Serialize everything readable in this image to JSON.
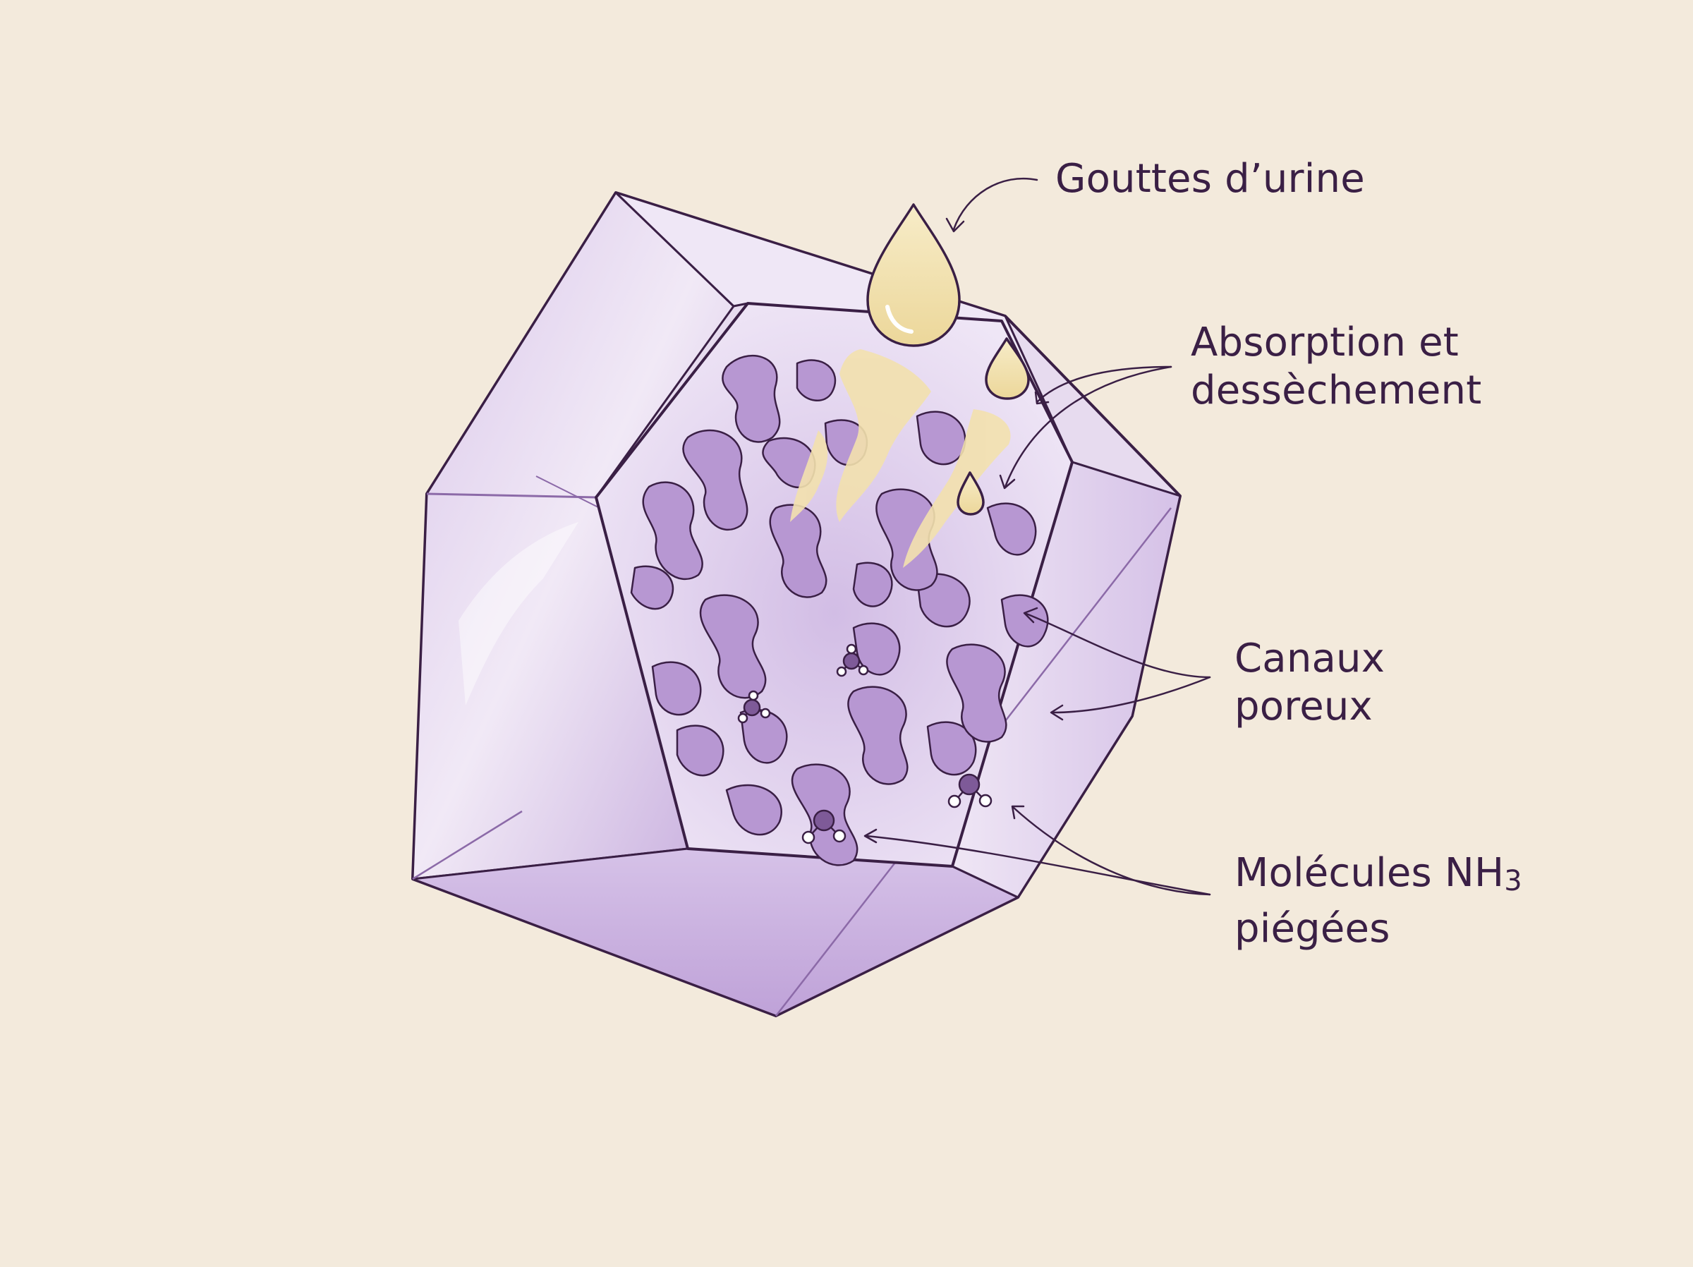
{
  "diagram": {
    "colors": {
      "background": "#f3eadc",
      "crystal_fill": "#e6d9ef",
      "crystal_dark": "#c9b2de",
      "pore_fill": "#b99ad3",
      "outline": "#3a1f45",
      "urine": "#f3e3b2"
    },
    "labels": {
      "drops": {
        "line1": "Gouttes d’urine"
      },
      "absorption": {
        "line1": "Absorption et",
        "line2": "dessèchement"
      },
      "channels": {
        "line1": "Canaux",
        "line2": "poreux"
      },
      "molecules": {
        "line1": "Molécules NH",
        "subscript": "3",
        "line2": "piégées"
      }
    }
  }
}
